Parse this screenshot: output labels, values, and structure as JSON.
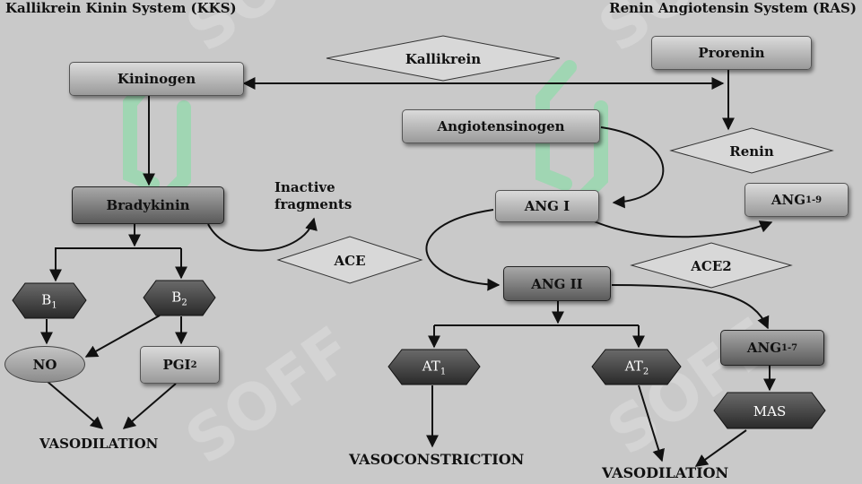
{
  "titles": {
    "kks": "Kallikrein Kinin System (KKS)",
    "ras": "Renin Angiotensin System (RAS)"
  },
  "enzymes": {
    "kallikrein": "Kallikrein",
    "renin": "Renin",
    "ace": "ACE",
    "ace2": "ACE2"
  },
  "nodes": {
    "kininogen": "Kininogen",
    "prorenin": "Prorenin",
    "angiotensinogen": "Angiotensinogen",
    "bradykinin": "Bradykinin",
    "ang1": "ANG I",
    "ang19": {
      "main": "ANG",
      "sub": "1-9"
    },
    "ang2": "ANG II",
    "ang17": {
      "main": "ANG",
      "sub": "1-7"
    },
    "no": "NO",
    "pgi2": {
      "main": "PGI",
      "sub": "2"
    }
  },
  "receptors": {
    "b1": {
      "main": "B",
      "sub": "1"
    },
    "b2": {
      "main": "B",
      "sub": "2"
    },
    "at1": {
      "main": "AT",
      "sub": "1"
    },
    "at2": {
      "main": "AT",
      "sub": "2"
    },
    "mas": "MAS"
  },
  "labels": {
    "inactive_fragments": "Inactive\nfragments",
    "vasodilation_left": "VASODILATION",
    "vasoconstriction": "VASOCONSTRICTION",
    "vasodilation_right": "VASODILATION"
  },
  "colors": {
    "background": "#c9c9c9",
    "receptor_fill": "#3d3d3d",
    "watermark": "#7fe0a0"
  },
  "watermark_text": "SOFF"
}
